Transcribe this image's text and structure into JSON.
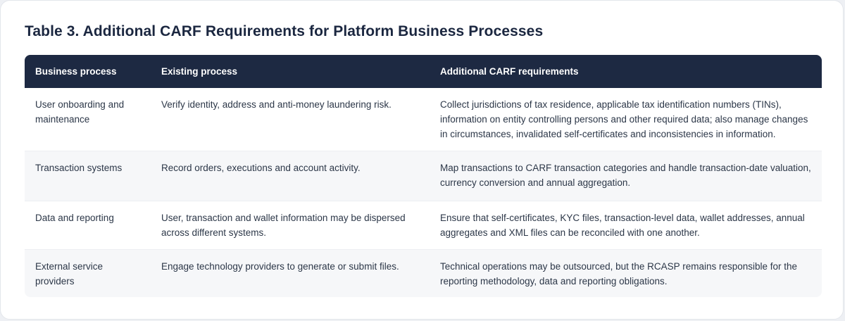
{
  "title": "Table 3. Additional CARF Requirements for Platform Business Processes",
  "table": {
    "headers": [
      "Business process",
      "Existing process",
      "Additional CARF requirements"
    ],
    "rows": [
      {
        "business_process": "User onboarding and maintenance",
        "existing_process": "Verify identity, address and anti-money laundering risk.",
        "carf_requirements": "Collect jurisdictions of tax residence, applicable tax identification numbers (TINs), information on entity controlling persons and other required data; also manage changes in circumstances, invalidated self-certificates and inconsistencies in information."
      },
      {
        "business_process": "Transaction systems",
        "existing_process": "Record orders, executions and account activity.",
        "carf_requirements": "Map transactions to CARF transaction categories and handle transaction-date valuation, currency conversion and annual aggregation."
      },
      {
        "business_process": "Data and reporting",
        "existing_process": "User, transaction and wallet information may be dispersed across different systems.",
        "carf_requirements": "Ensure that self-certificates, KYC files, transaction-level data, wallet addresses, annual aggregates and XML files can be reconciled with one another."
      },
      {
        "business_process": "External service providers",
        "existing_process": "Engage technology providers to generate or submit files.",
        "carf_requirements": "Technical operations may be outsourced, but the RCASP remains responsible for the reporting methodology, data and reporting obligations."
      }
    ]
  },
  "colors": {
    "header_bg": "#1d2942",
    "title": "#1b2740",
    "stripe": "#f6f7f9"
  }
}
